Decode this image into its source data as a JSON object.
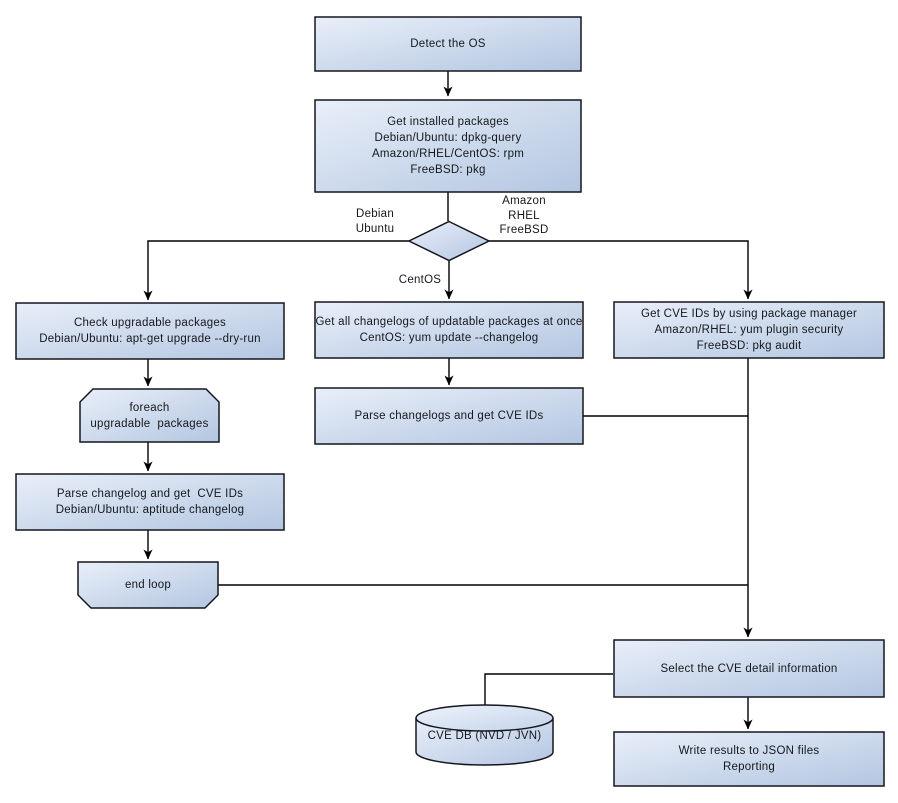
{
  "diagram": {
    "type": "flowchart",
    "background": "#ffffff",
    "palette": {
      "node_fill_light": "#e9eff9",
      "node_fill_dark": "#b3c6e1",
      "node_border": "#14161f",
      "edge_color": "#000000",
      "text_color": "#15181d"
    },
    "nodes": {
      "detect_os": {
        "shape": "rect",
        "lines": [
          "Detect the OS"
        ]
      },
      "get_installed_packages": {
        "shape": "rect",
        "lines": [
          "Get installed packages",
          "Debian/Ubuntu: dpkg-query",
          "Amazon/RHEL/CentOS: rpm",
          "FreeBSD: pkg"
        ]
      },
      "os_decision": {
        "shape": "diamond",
        "lines": []
      },
      "check_upgradable_packages": {
        "shape": "rect",
        "lines": [
          "Check upgradable packages",
          "Debian/Ubuntu: apt-get upgrade --dry-run"
        ]
      },
      "foreach_loop_start": {
        "shape": "loop-start",
        "lines": [
          "foreach",
          "upgradable  packages"
        ]
      },
      "parse_changelog_debian": {
        "shape": "rect",
        "lines": [
          "Parse changelog and get  CVE IDs",
          "Debian/Ubuntu: aptitude changelog"
        ]
      },
      "end_loop": {
        "shape": "loop-end",
        "lines": [
          "end loop"
        ]
      },
      "get_all_changelogs": {
        "shape": "rect",
        "lines": [
          "Get all changelogs of updatable packages at once",
          "CentOS: yum update --changelog"
        ]
      },
      "parse_changelogs_centos": {
        "shape": "rect",
        "lines": [
          "Parse changelogs and get CVE IDs"
        ]
      },
      "get_cve_ids_pkg_manager": {
        "shape": "rect",
        "lines": [
          "Get CVE IDs by using package manager",
          "Amazon/RHEL: yum plugin security",
          "FreeBSD: pkg audit"
        ]
      },
      "select_cve_detail": {
        "shape": "rect",
        "lines": [
          "Select the CVE detail information"
        ]
      },
      "cve_db": {
        "shape": "cylinder",
        "lines": [
          "CVE DB (NVD / JVN)"
        ]
      },
      "write_results": {
        "shape": "rect",
        "lines": [
          "Write results to JSON files",
          "Reporting"
        ]
      }
    },
    "edge_labels": {
      "debian_ubuntu": {
        "lines": [
          "Debian",
          "Ubuntu"
        ]
      },
      "amazon_rhel_freebsd": {
        "lines": [
          "Amazon",
          "RHEL",
          "FreeBSD"
        ]
      },
      "centos": {
        "lines": [
          "CentOS"
        ]
      }
    }
  }
}
